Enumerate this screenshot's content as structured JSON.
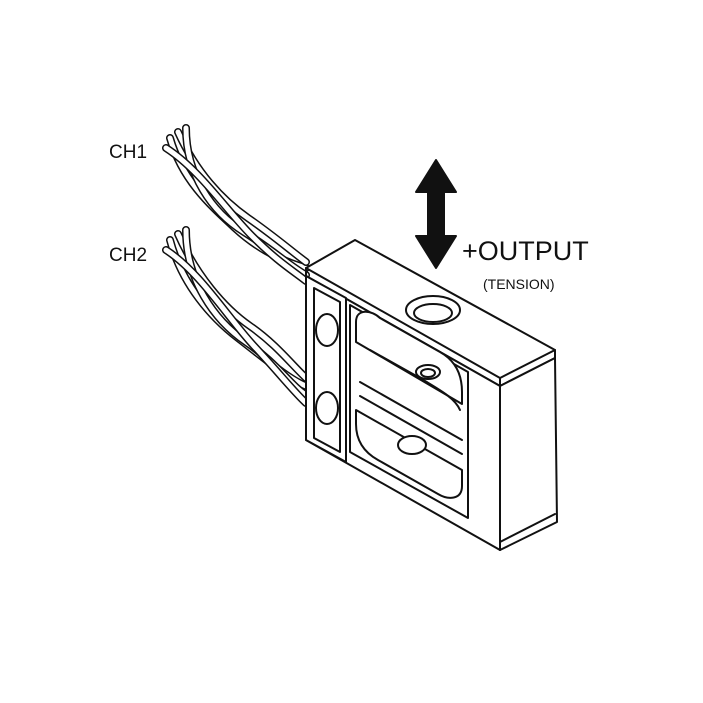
{
  "labels": {
    "ch1": "CH1",
    "ch2": "CH2",
    "output": "+OUTPUT",
    "output_sub": "(TENSION)"
  },
  "colors": {
    "line": "#111111",
    "face_top": "#ffffff",
    "face_side": "#ffffff",
    "background": "#ffffff"
  },
  "icons": {
    "direction": "double-arrow-vertical-icon",
    "mount_hole": "circle-hole-icon"
  }
}
